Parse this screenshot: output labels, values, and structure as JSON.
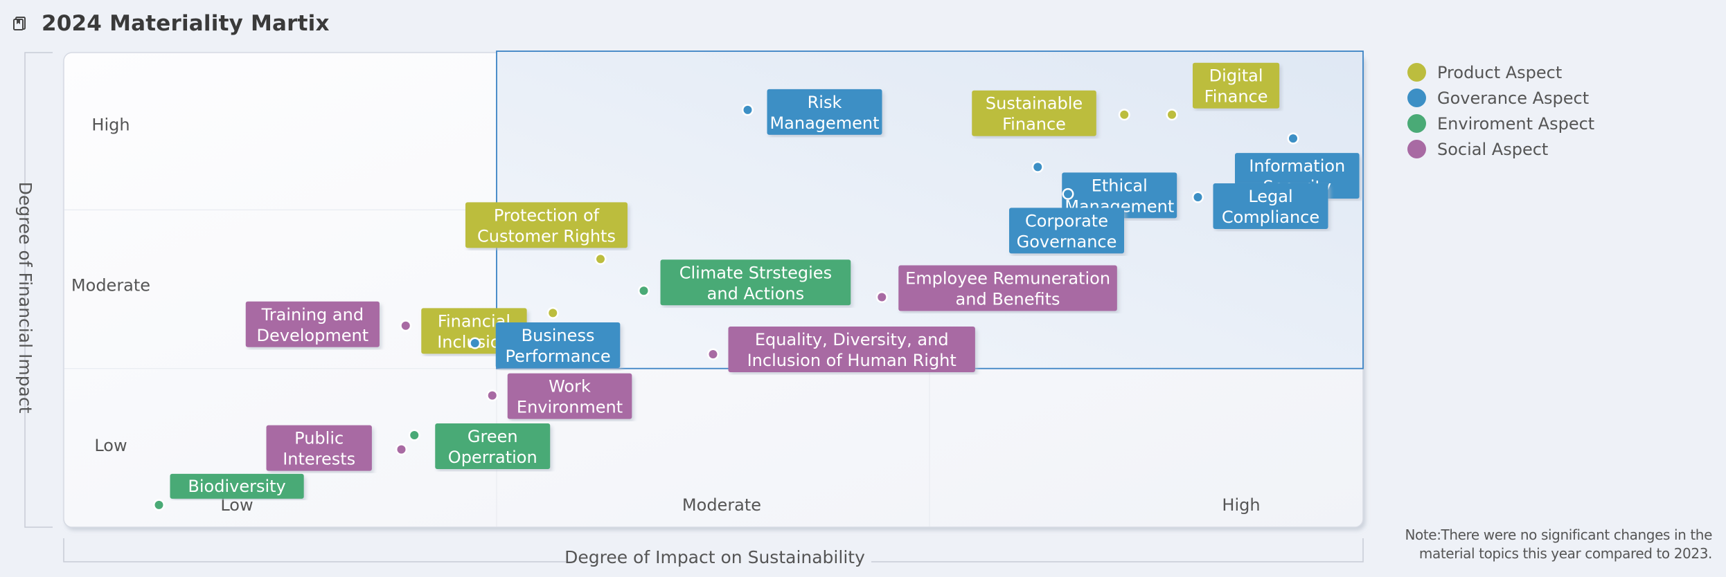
{
  "header": {
    "title": "2024 Materiality Martix",
    "icon": "bookmark-icon"
  },
  "colors": {
    "product": "#bcbd3e",
    "governance": "#3c8fc5",
    "environment": "#4aaa76",
    "social": "#a86aa3",
    "highlight_border": "#3a82c4"
  },
  "legend": [
    {
      "category": "product",
      "label": "Product Aspect"
    },
    {
      "category": "governance",
      "label": "Goverance Aspect"
    },
    {
      "category": "environment",
      "label": "Enviroment Aspect"
    },
    {
      "category": "social",
      "label": "Social Aspect"
    }
  ],
  "note": {
    "line1": "Note:There were no significant changes in the",
    "line2": "material topics this year compared to 2023."
  },
  "chart_data": {
    "type": "scatter",
    "title": "2024 Materiality Martix",
    "xlabel": "Degree of Impact on Sustainability",
    "ylabel": "Degree of Financial Impact",
    "xlim": [
      0,
      3
    ],
    "ylim": [
      0,
      3
    ],
    "x_tick_labels": [
      "Low",
      "Moderate",
      "High"
    ],
    "y_tick_labels": [
      "Low",
      "Moderate",
      "High"
    ],
    "highlight_region": {
      "x": [
        1,
        3
      ],
      "y": [
        1,
        3
      ]
    },
    "grid": true,
    "legend_position": "top-right",
    "points": [
      {
        "label": [
          "Risk",
          "Management"
        ],
        "category": "governance",
        "x": 1.58,
        "y": 2.63
      },
      {
        "label": [
          "Sustainable",
          "Finance"
        ],
        "category": "product",
        "x": 2.45,
        "y": 2.6
      },
      {
        "label": [
          "Digital",
          "Finance"
        ],
        "category": "product",
        "x": 2.56,
        "y": 2.6
      },
      {
        "label": [
          "Information",
          "Security"
        ],
        "category": "governance",
        "x": 2.84,
        "y": 2.45
      },
      {
        "label": [
          "Ethical",
          "Management"
        ],
        "category": "governance",
        "x": 2.25,
        "y": 2.27
      },
      {
        "label": [
          "Corporate",
          "Governance"
        ],
        "category": "governance",
        "x": 2.32,
        "y": 2.1
      },
      {
        "label": [
          "Legal",
          "Compliance"
        ],
        "category": "governance",
        "x": 2.62,
        "y": 2.08
      },
      {
        "label": [
          "Protection of",
          "Customer Rights"
        ],
        "category": "product",
        "x": 1.24,
        "y": 1.69
      },
      {
        "label": [
          "Financial",
          "Inclusion"
        ],
        "category": "product",
        "x": 1.13,
        "y": 1.35
      },
      {
        "label": [
          "Climate Strstegies",
          "and Actions"
        ],
        "category": "environment",
        "x": 1.34,
        "y": 1.49
      },
      {
        "label": [
          "Employee Remuneration",
          "and Benefits"
        ],
        "category": "social",
        "x": 1.89,
        "y": 1.45
      },
      {
        "label": [
          "Training and",
          "Development"
        ],
        "category": "social",
        "x": 0.79,
        "y": 1.27
      },
      {
        "label": [
          "Business",
          "Performance"
        ],
        "category": "governance",
        "x": 0.95,
        "y": 1.16
      },
      {
        "label": [
          "Equality, Diversity, and",
          "Inclusion of Human Right"
        ],
        "category": "social",
        "x": 1.5,
        "y": 1.09
      },
      {
        "label": [
          "Work",
          "Environment"
        ],
        "category": "social",
        "x": 0.99,
        "y": 0.83
      },
      {
        "label": [
          "Public",
          "Interests"
        ],
        "category": "social",
        "x": 0.78,
        "y": 0.49
      },
      {
        "label": [
          "Green",
          "Operration"
        ],
        "category": "environment",
        "x": 0.81,
        "y": 0.58
      },
      {
        "label": [
          "Biodiversity"
        ],
        "category": "environment",
        "x": 0.22,
        "y": 0.14
      }
    ]
  }
}
